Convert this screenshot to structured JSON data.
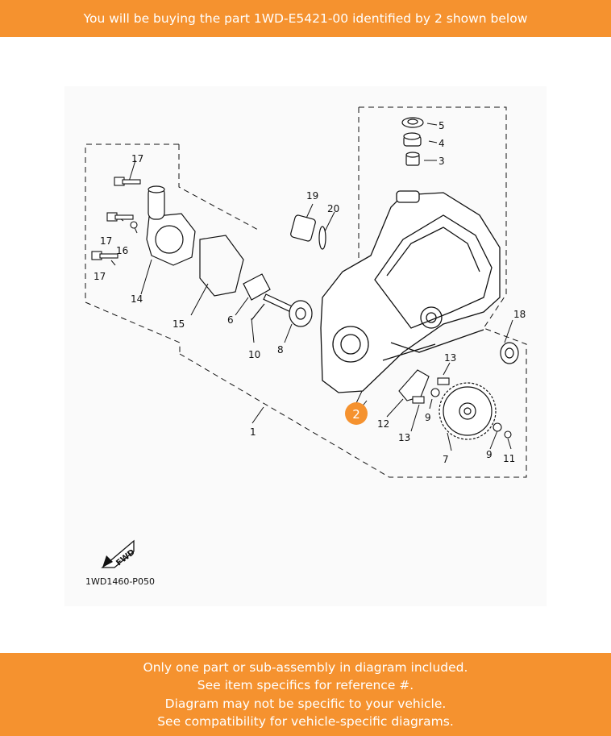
{
  "header": {
    "text": "You will be buying the part 1WD-E5421-00 identified by 2 shown below"
  },
  "diagram": {
    "labels": {
      "n1": "1",
      "n3": "3",
      "n4": "4",
      "n5": "5",
      "n6": "6",
      "n7": "7",
      "n8": "8",
      "n9a": "9",
      "n9b": "9",
      "n10": "10",
      "n11": "11",
      "n12": "12",
      "n13a": "13",
      "n13b": "13",
      "n14": "14",
      "n15": "15",
      "n16": "16",
      "n17a": "17",
      "n17b": "17",
      "n17c": "17",
      "n18": "18",
      "n19": "19",
      "n20": "20"
    },
    "highlight": "2",
    "fwd_text": "FWD",
    "code": "1WD1460-P050"
  },
  "colors": {
    "banner": "#f5922f",
    "highlight": "#f5922f"
  },
  "footer": {
    "lines": [
      "Only one part or sub-assembly in diagram included.",
      "See item specifics for reference #.",
      "Diagram may not be specific to your vehicle.",
      "See compatibility for vehicle-specific diagrams."
    ]
  }
}
